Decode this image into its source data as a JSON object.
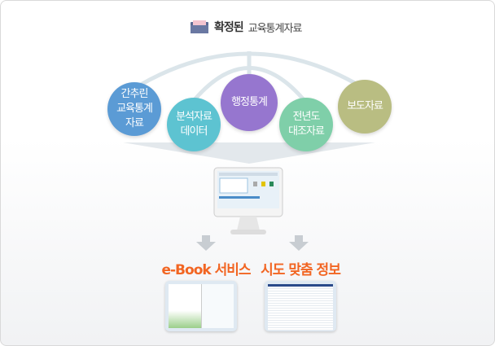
{
  "title": {
    "bold": "확정된",
    "normal": "교육통계자료",
    "icon": "folder-icon"
  },
  "categories": [
    {
      "label": "간추린\n교육통계\n자료",
      "color": "#5b9bd5"
    },
    {
      "label": "분석자료\n데이터",
      "color": "#5dc3d1"
    },
    {
      "label": "행정통계",
      "color": "#9676cf"
    },
    {
      "label": "전년도\n대조자료",
      "color": "#7fcfa9"
    },
    {
      "label": "보도자료",
      "color": "#b9bd82"
    }
  ],
  "outputs": [
    {
      "label": "e-Book 서비스"
    },
    {
      "label": "시도 맞춤 정보"
    }
  ],
  "accent": "#f26522"
}
